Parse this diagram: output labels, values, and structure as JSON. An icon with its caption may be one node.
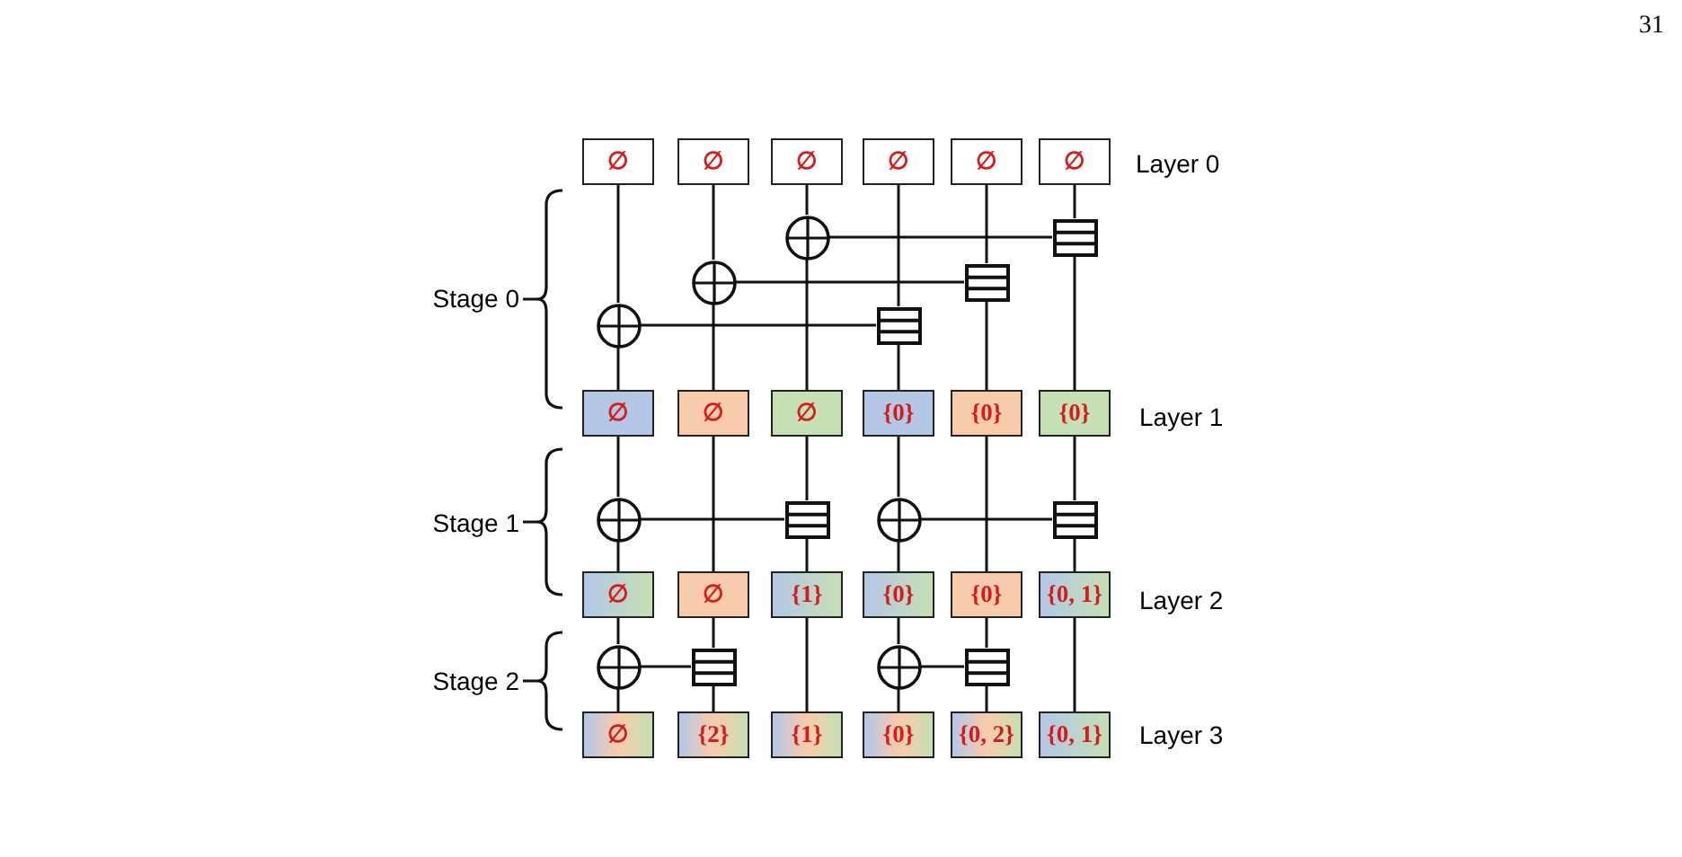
{
  "diagram": {
    "nodes": [
      {
        "text": [
          "∅"
        ]
      },
      {
        "text": [
          "∅"
        ]
      },
      {
        "text": [
          "∅"
        ]
      },
      {
        "text": [
          "∅"
        ]
      },
      {
        "text": [
          "∅"
        ]
      },
      {
        "text": [
          "∅"
        ]
      },
      {
        "text": [],
        "shape": "circle"
      },
      {
        "text": [],
        "shape": "box"
      },
      {
        "text": [],
        "shape": "circle"
      },
      {
        "text": [],
        "shape": "box"
      },
      {
        "text": [],
        "shape": "circle"
      },
      {
        "text": [],
        "shape": "box"
      },
      {
        "text": [
          "∅"
        ]
      },
      {
        "text": [
          "∅"
        ]
      },
      {
        "text": [
          "∅"
        ]
      },
      {
        "text": [
          "{0}"
        ]
      },
      {
        "text": [
          "{0}"
        ]
      },
      {
        "text": [
          "{0}"
        ]
      },
      {
        "text": [],
        "shape": "circle"
      },
      {
        "text": [],
        "shape": "box"
      },
      {
        "text": [],
        "shape": "circle"
      },
      {
        "text": [],
        "shape": "box"
      },
      {
        "text": [
          "∅"
        ]
      },
      {
        "text": [
          "∅"
        ]
      },
      {
        "text": [
          "{1}"
        ]
      },
      {
        "text": [
          "{0}"
        ]
      },
      {
        "text": [
          "{0}"
        ]
      },
      {
        "text": [
          "{0, 1}"
        ]
      },
      {
        "text": [],
        "shape": "circle"
      },
      {
        "text": [],
        "shape": "box"
      },
      {
        "text": [],
        "shape": "circle"
      },
      {
        "text": [],
        "shape": "box"
      },
      {
        "text": [
          "∅"
        ]
      },
      {
        "text": [
          "{2}"
        ]
      },
      {
        "text": [
          "{1}"
        ]
      },
      {
        "text": [
          "{0}"
        ]
      },
      {
        "text": [
          "{0, 2}"
        ]
      },
      {
        "text": [
          "{0, 1}"
        ]
      }
    ],
    "edges": [
      {
        "from": 0,
        "to": 10,
        "arrow": "none"
      },
      {
        "from": 10,
        "to": 12,
        "arrow": "none"
      },
      {
        "from": 1,
        "to": 8,
        "arrow": "none"
      },
      {
        "from": 8,
        "to": 13,
        "arrow": "none"
      },
      {
        "from": 2,
        "to": 6,
        "arrow": "none"
      },
      {
        "from": 6,
        "to": 14,
        "arrow": "none"
      },
      {
        "from": 3,
        "to": 11,
        "arrow": "none"
      },
      {
        "from": 11,
        "to": 15,
        "arrow": "none"
      },
      {
        "from": 4,
        "to": 9,
        "arrow": "none"
      },
      {
        "from": 9,
        "to": 16,
        "arrow": "none"
      },
      {
        "from": 5,
        "to": 7,
        "arrow": "none"
      },
      {
        "from": 7,
        "to": 17,
        "arrow": "none"
      },
      {
        "from": 6,
        "to": 7,
        "arrow": "none"
      },
      {
        "from": 8,
        "to": 9,
        "arrow": "none"
      },
      {
        "from": 10,
        "to": 11,
        "arrow": "none"
      },
      {
        "from": 12,
        "to": 18,
        "arrow": "none"
      },
      {
        "from": 18,
        "to": 22,
        "arrow": "none"
      },
      {
        "from": 13,
        "to": 23,
        "arrow": "none"
      },
      {
        "from": 14,
        "to": 19,
        "arrow": "none"
      },
      {
        "from": 19,
        "to": 24,
        "arrow": "none"
      },
      {
        "from": 15,
        "to": 20,
        "arrow": "none"
      },
      {
        "from": 20,
        "to": 25,
        "arrow": "none"
      },
      {
        "from": 16,
        "to": 26,
        "arrow": "none"
      },
      {
        "from": 17,
        "to": 21,
        "arrow": "none"
      },
      {
        "from": 21,
        "to": 27,
        "arrow": "none"
      },
      {
        "from": 18,
        "to": 19,
        "arrow": "none"
      },
      {
        "from": 20,
        "to": 21,
        "arrow": "none"
      },
      {
        "from": 22,
        "to": 28,
        "arrow": "none"
      },
      {
        "from": 28,
        "to": 32,
        "arrow": "none"
      },
      {
        "from": 23,
        "to": 29,
        "arrow": "none"
      },
      {
        "from": 29,
        "to": 33,
        "arrow": "none"
      },
      {
        "from": 24,
        "to": 34,
        "arrow": "none"
      },
      {
        "from": 25,
        "to": 30,
        "arrow": "none"
      },
      {
        "from": 30,
        "to": 35,
        "arrow": "none"
      },
      {
        "from": 26,
        "to": 31,
        "arrow": "none"
      },
      {
        "from": 31,
        "to": 36,
        "arrow": "none"
      },
      {
        "from": 27,
        "to": 37,
        "arrow": "none"
      },
      {
        "from": 28,
        "to": 29,
        "arrow": "none"
      },
      {
        "from": 30,
        "to": 31,
        "arrow": "none"
      }
    ],
    "labels": [
      "31",
      "Layer 0",
      "Stage 0",
      "Layer 1",
      "Stage 1",
      "Layer 2",
      "Stage 2",
      "Layer 3"
    ]
  }
}
